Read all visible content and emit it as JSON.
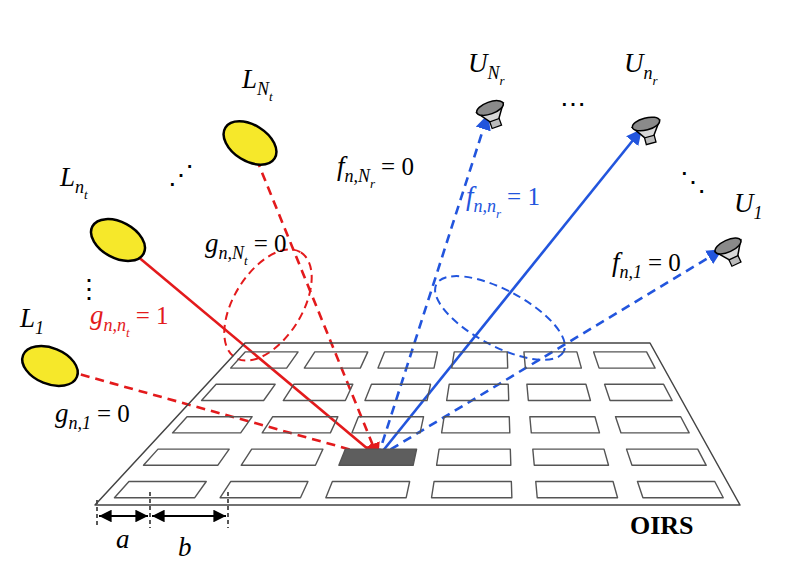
{
  "diagram": {
    "nodes": [
      {
        "text": [
          "L",
          "N",
          "t"
        ]
      },
      {
        "text": [
          "L",
          "n",
          "t"
        ]
      },
      {
        "text": [
          "L",
          "1"
        ]
      },
      {
        "text": [
          "U",
          "N",
          "r"
        ]
      },
      {
        "text": [
          "U",
          "n",
          "r"
        ]
      },
      {
        "text": [
          "U",
          "1"
        ]
      },
      {
        "text": [
          "OIRS"
        ]
      }
    ],
    "edges": [
      {
        "from": 0,
        "to": 6,
        "arrow": "to"
      },
      {
        "from": 1,
        "to": 6,
        "arrow": "to"
      },
      {
        "from": 2,
        "to": 6,
        "arrow": "to"
      },
      {
        "from": 6,
        "to": 3,
        "arrow": "to"
      },
      {
        "from": 6,
        "to": 4,
        "arrow": "to"
      },
      {
        "from": 6,
        "to": 5,
        "arrow": "to"
      }
    ],
    "labels": [
      "g",
      "n,N",
      "t",
      "= 0",
      "g",
      "n,n",
      "t",
      "= 1",
      "g",
      "n,1",
      "= 0",
      "f",
      "n,N",
      "r",
      "= 0",
      "f",
      "n,n",
      "r",
      "= 1",
      "f",
      "n,1",
      "= 0",
      "⋰",
      "⋮",
      "⋯",
      "⋱",
      "a",
      "b"
    ]
  }
}
